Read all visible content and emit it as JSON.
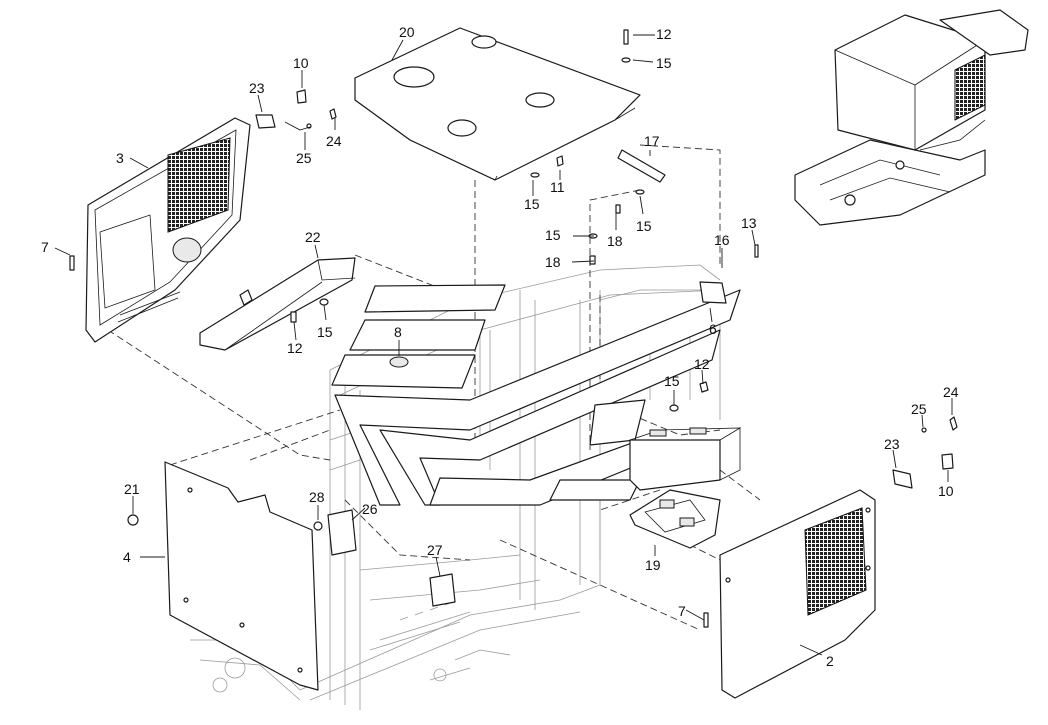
{
  "diagram": {
    "background": "#ffffff",
    "line_color": "#1a1a1a",
    "mesh_color": "#2a2a2a",
    "callouts": [
      {
        "id": "c20",
        "text": "20"
      },
      {
        "id": "c12a",
        "text": "12"
      },
      {
        "id": "c15a",
        "text": "15"
      },
      {
        "id": "c10a",
        "text": "10"
      },
      {
        "id": "c23a",
        "text": "23"
      },
      {
        "id": "c24a",
        "text": "24"
      },
      {
        "id": "c25a",
        "text": "25"
      },
      {
        "id": "c3",
        "text": "3"
      },
      {
        "id": "c11",
        "text": "11"
      },
      {
        "id": "c15b",
        "text": "15"
      },
      {
        "id": "c17",
        "text": "17"
      },
      {
        "id": "c15c",
        "text": "15"
      },
      {
        "id": "c15d",
        "text": "15"
      },
      {
        "id": "c18a",
        "text": "18"
      },
      {
        "id": "c18b",
        "text": "18"
      },
      {
        "id": "c13",
        "text": "13"
      },
      {
        "id": "c16",
        "text": "16"
      },
      {
        "id": "c7a",
        "text": "7"
      },
      {
        "id": "c22",
        "text": "22"
      },
      {
        "id": "c15e",
        "text": "15"
      },
      {
        "id": "c12b",
        "text": "12"
      },
      {
        "id": "c8",
        "text": "8"
      },
      {
        "id": "c6",
        "text": "6"
      },
      {
        "id": "c12c",
        "text": "12"
      },
      {
        "id": "c15f",
        "text": "15"
      },
      {
        "id": "c24b",
        "text": "24"
      },
      {
        "id": "c25b",
        "text": "25"
      },
      {
        "id": "c23b",
        "text": "23"
      },
      {
        "id": "c10b",
        "text": "10"
      },
      {
        "id": "c21",
        "text": "21"
      },
      {
        "id": "c28",
        "text": "28"
      },
      {
        "id": "c26",
        "text": "26"
      },
      {
        "id": "c4",
        "text": "4"
      },
      {
        "id": "c27",
        "text": "27"
      },
      {
        "id": "c19",
        "text": "19"
      },
      {
        "id": "c7b",
        "text": "7"
      },
      {
        "id": "c2",
        "text": "2"
      }
    ]
  }
}
